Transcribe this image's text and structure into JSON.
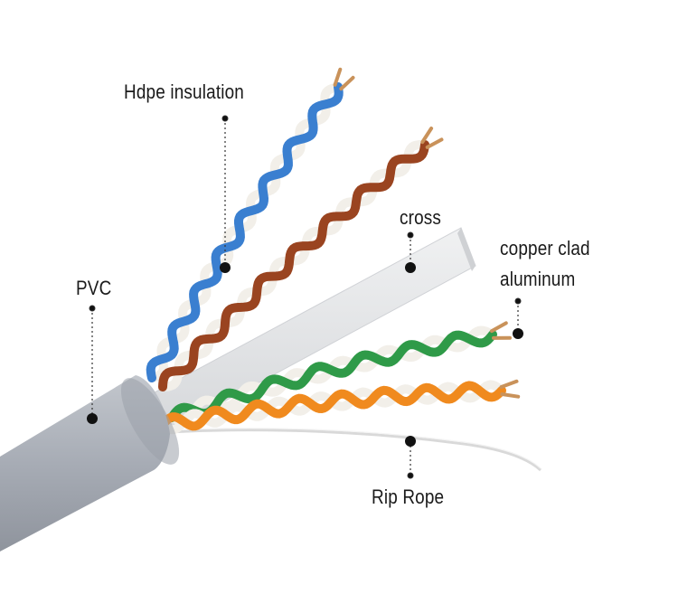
{
  "labels": {
    "hdpe": "Hdpe insulation",
    "cross": "cross",
    "pvc": "PVC",
    "copper_line1": "copper clad",
    "copper_line2": "aluminum",
    "rip": "Rip Rope"
  },
  "colors": {
    "jacket": "#a9aeb7",
    "separator": "#e5e6e8",
    "blue": "#3a7fd0",
    "brown": "#9a4420",
    "green": "#2f9a48",
    "orange": "#f08a1e",
    "white_wire": "#f2efe9",
    "copper": "#c9925a"
  }
}
